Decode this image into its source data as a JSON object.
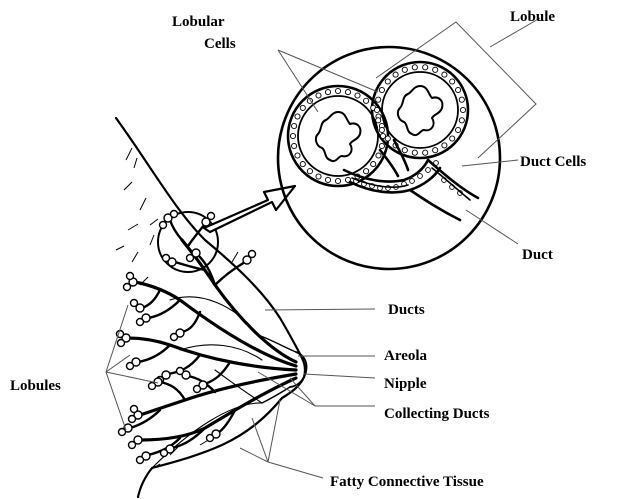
{
  "labels": {
    "lobular_cells_line1": "Lobular",
    "lobular_cells_line2": "Cells",
    "lobule": "Lobule",
    "duct_cells": "Duct Cells",
    "duct": "Duct",
    "ducts": "Ducts",
    "areola": "Areola",
    "nipple": "Nipple",
    "lobules": "Lobules",
    "collecting_ducts": "Collecting Ducts",
    "fatty_connective_tissue": "Fatty Connective Tissue"
  }
}
